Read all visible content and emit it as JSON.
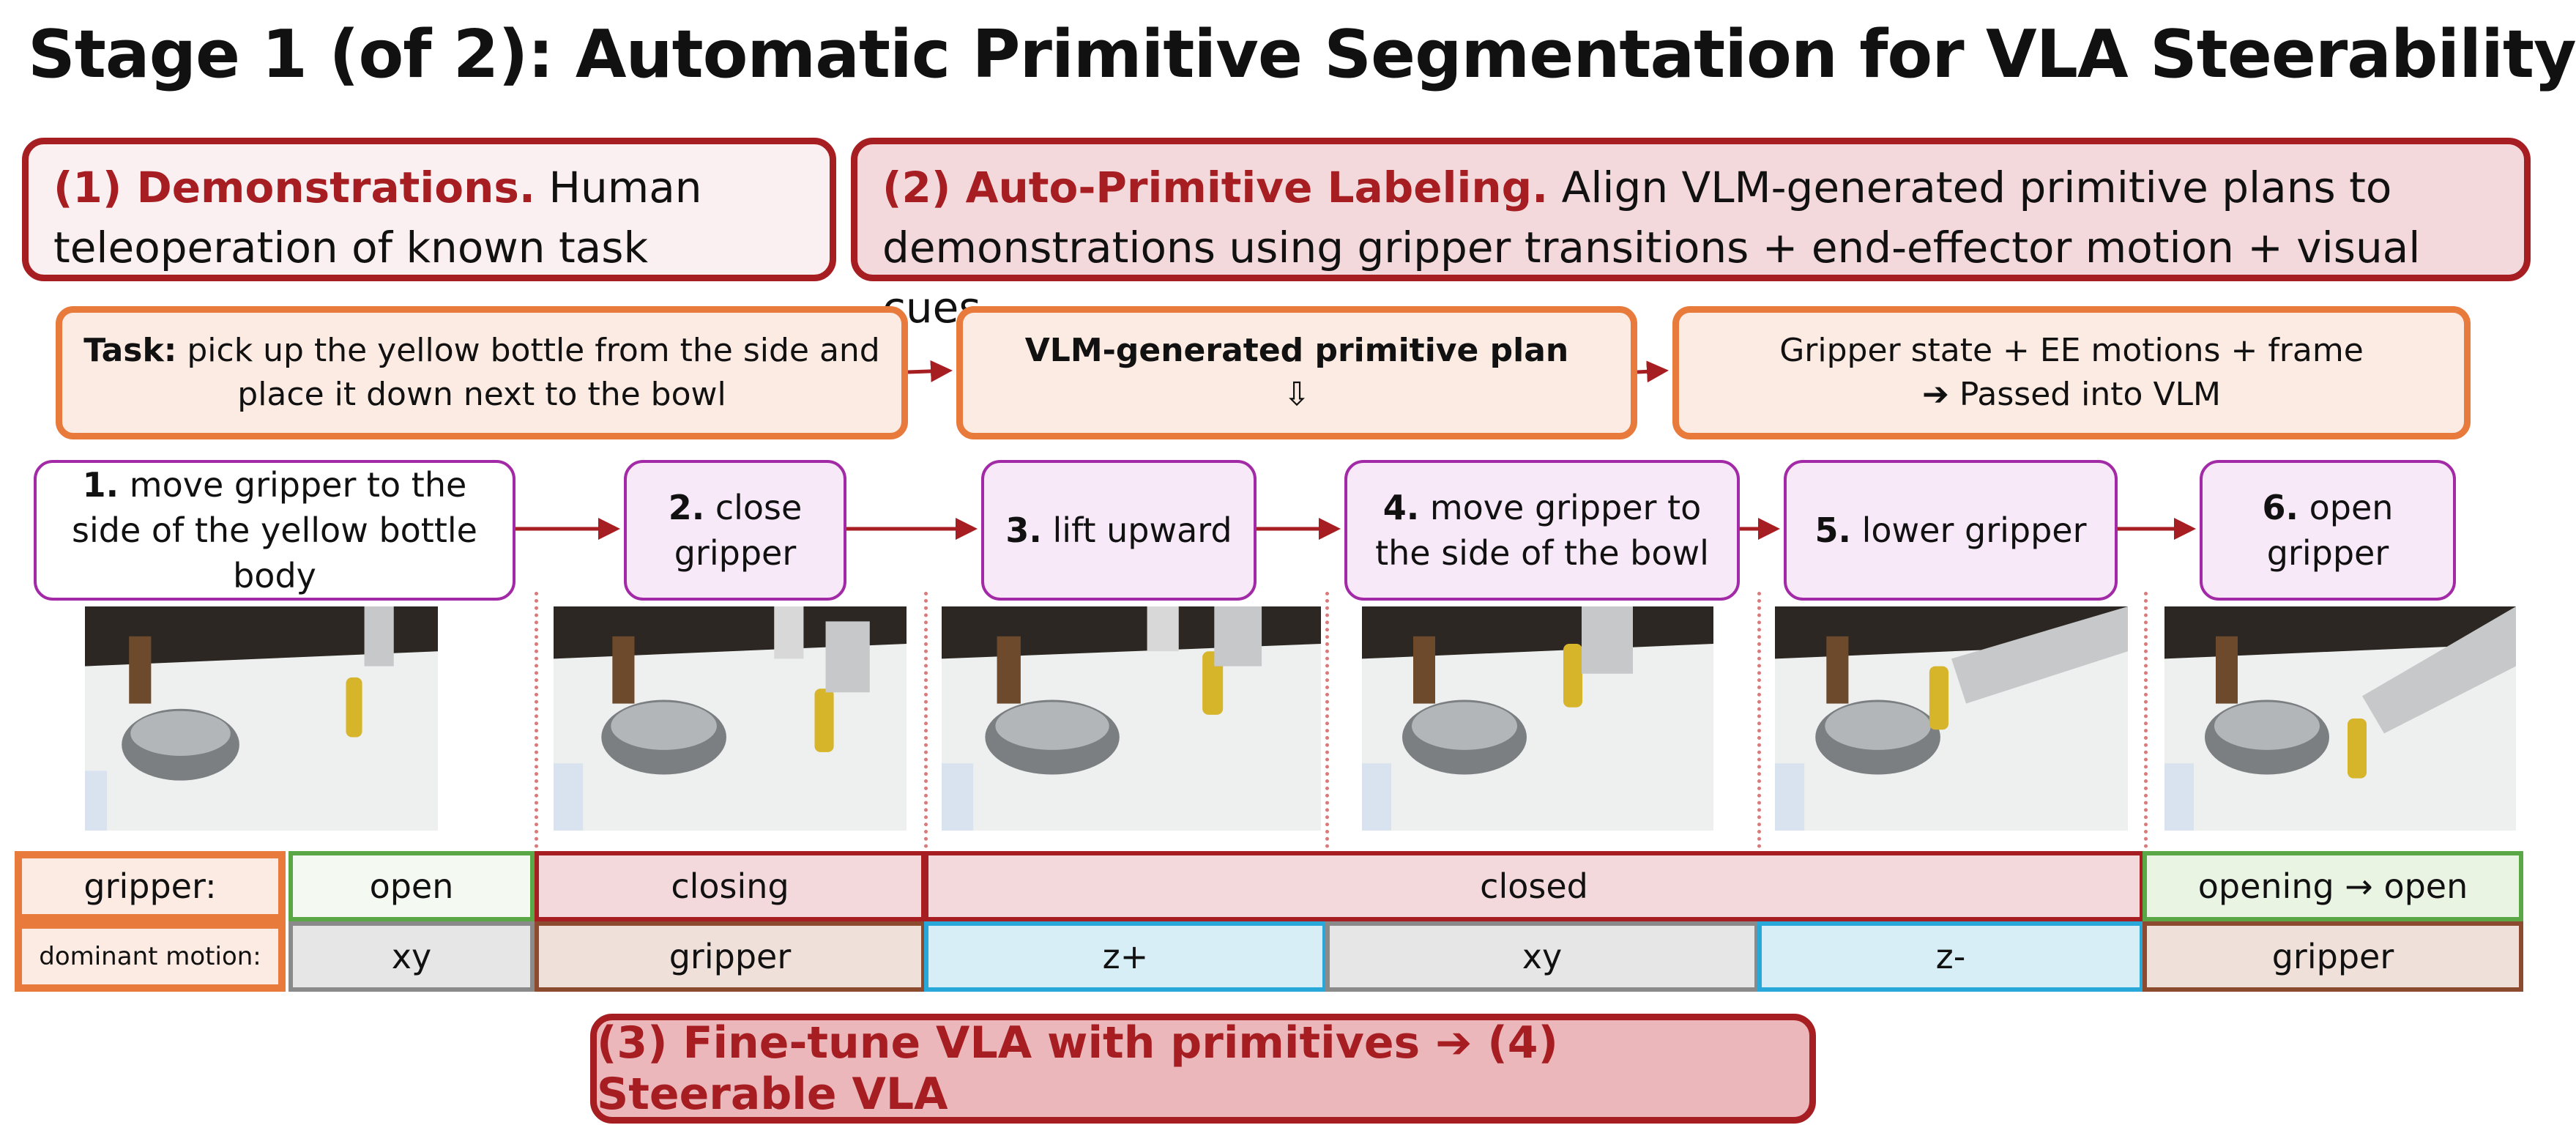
{
  "title": "Stage 1 (of 2): Automatic Primitive Segmentation for VLA Steerability",
  "top_boxes": {
    "demonstrations": {
      "label": "(1) Demonstrations.",
      "text": "Human teleoperation of known task"
    },
    "labeling": {
      "label": "(2) Auto-Primitive Labeling.",
      "text": "Align VLM-generated primitive plans to demonstrations using gripper transitions + end-effector motion + visual cues"
    }
  },
  "pipeline": {
    "task_label": "Task:",
    "task_text": "pick up the yellow bottle from the side and place it down next to the bowl",
    "plan_title": "VLM-generated primitive plan",
    "plan_arrow": "⇩",
    "gripper_line1": "Gripper state + EE motions + frame",
    "gripper_line2": "➔ Passed into VLM"
  },
  "primitives": [
    {
      "num": "1.",
      "text": "move gripper to the side of the yellow bottle body"
    },
    {
      "num": "2.",
      "text": "close gripper"
    },
    {
      "num": "3.",
      "text": "lift upward"
    },
    {
      "num": "4.",
      "text": "move gripper to the side of the bowl"
    },
    {
      "num": "5.",
      "text": "lower gripper"
    },
    {
      "num": "6.",
      "text": "open gripper"
    }
  ],
  "gripper_row": {
    "label": "gripper:",
    "cells": [
      "open",
      "closing",
      "closed",
      "opening → open"
    ]
  },
  "motion_row": {
    "label": "dominant motion:",
    "cells": [
      "xy",
      "gripper",
      "z+",
      "xy",
      "z-",
      "gripper"
    ]
  },
  "bottom": {
    "text": "(3) Fine-tune VLA with primitives ➔ (4) Steerable VLA"
  },
  "colors": {
    "accent_red": "#a61e22",
    "orange": "#e87a3c",
    "purple": "#a32aa6",
    "green": "#5aa845",
    "blue": "#27a8d8",
    "gray": "#8a8a8a",
    "brown": "#8c4a2f"
  }
}
